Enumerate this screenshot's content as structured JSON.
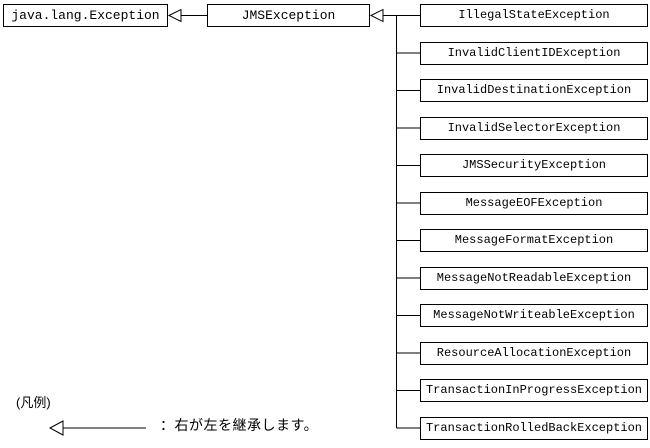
{
  "diagram": {
    "parent_class": "java.lang.Exception",
    "base_class": "JMSException",
    "subclasses": [
      "IllegalStateException",
      "InvalidClientIDException",
      "InvalidDestinationException",
      "InvalidSelectorException",
      "JMSSecurityException",
      "MessageEOFException",
      "MessageFormatException",
      "MessageNotReadableException",
      "MessageNotWriteableException",
      "ResourceAllocationException",
      "TransactionInProgressException",
      "TransactionRolledBackException"
    ]
  },
  "legend": {
    "title": "(凡例)",
    "caption": "：右が左を継承します。"
  },
  "colors": {
    "line": "#000000",
    "background": "#ffffff",
    "box_fill": "#ffffff"
  }
}
